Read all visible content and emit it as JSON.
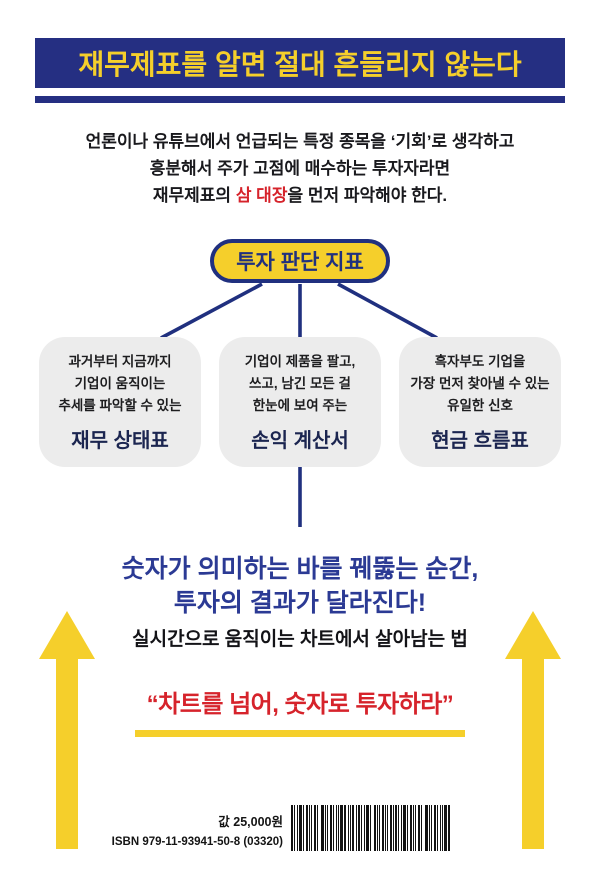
{
  "banner": {
    "title": "재무제표를 알면 절대 흔들리지 않는다"
  },
  "intro": {
    "line1": "언론이나 유튜브에서 언급되는 특정 종목을 ‘기회’로 생각하고",
    "line2": "흥분해서 주가 고점에 매수하는 투자자라면",
    "line3_prefix": "재무제표의 ",
    "line3_highlight": "삼 대장",
    "line3_suffix": "을 먼저 파악해야 한다."
  },
  "diagram": {
    "root_label": "투자 판단 지표",
    "nodes": [
      {
        "lines": [
          "과거부터 지금까지",
          "기업이 움직이는",
          "추세를 파악할 수 있는"
        ],
        "title": "재무 상태표"
      },
      {
        "lines": [
          "기업이 제품을 팔고,",
          "쓰고, 남긴 모든 걸",
          "한눈에 보여 주는"
        ],
        "title": "손익 계산서"
      },
      {
        "lines": [
          "흑자부도 기업을",
          "가장 먼저 찾아낼 수 있는",
          "유일한 신호"
        ],
        "title": "현금 흐름표"
      }
    ]
  },
  "headline": {
    "line1": "숫자가 의미하는 바를 꿰뚫는 순간,",
    "line2": "투자의 결과가 달라진다!"
  },
  "subheadline": "실시간으로 움직이는 차트에서 살아남는 법",
  "quote": "“차트를 넘어, 숫자로 투자하라”",
  "footer": {
    "price": "값 25,000원",
    "isbn": "ISBN 979-11-93941-50-8 (03320)"
  },
  "colors": {
    "navy": "#252f82",
    "yellow": "#f5cf2b",
    "red": "#d6232b",
    "headline_blue": "#2b3a94",
    "box_bg": "#ececec",
    "box_title": "#1b2550",
    "line_navy": "#20307f",
    "text_dark": "#19191d"
  }
}
